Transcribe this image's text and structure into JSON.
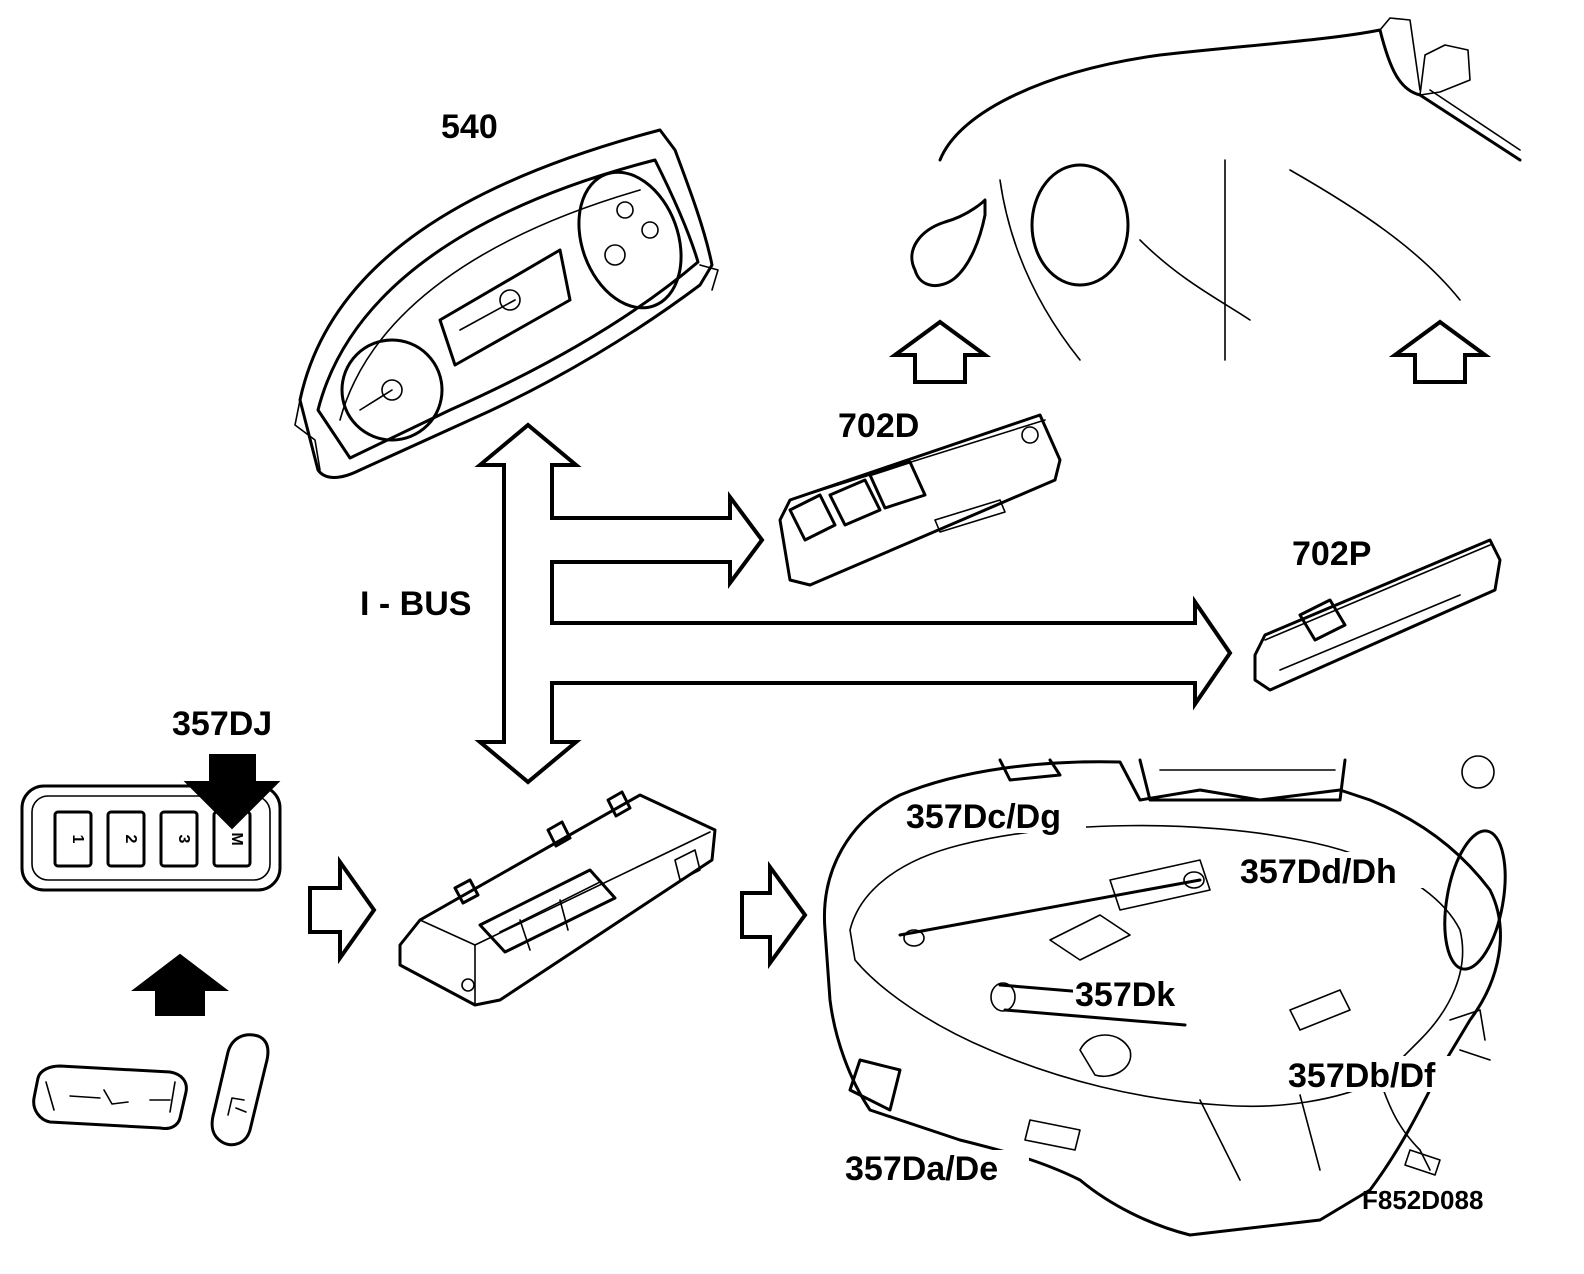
{
  "labels": {
    "cluster": "540",
    "door_switch_driver": "702D",
    "door_switch_passenger": "702P",
    "bus": "I - BUS",
    "memory_switch": "357DJ",
    "motor_c_g": "357Dc/Dg",
    "motor_d_h": "357Dd/Dh",
    "motor_k": "357Dk",
    "motor_b_f": "357Db/Df",
    "motor_a_e": "357Da/De",
    "figure_code": "F852D088"
  },
  "memory_keys": [
    "1",
    "2",
    "3",
    "M"
  ],
  "icons": {
    "bus_arrow": "double-headed-arrow",
    "flow_arrow": "hollow-right-arrow",
    "up_arrow": "hollow-up-arrow",
    "press_arrow": "solid-down-arrow",
    "lift_arrow": "solid-up-arrow"
  }
}
